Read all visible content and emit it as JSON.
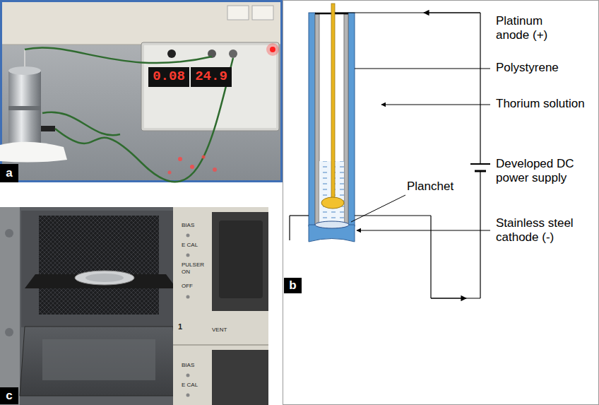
{
  "diagram": {
    "nodes": [
      {
        "text": [
          "0.08"
        ]
      },
      {
        "text": [
          "24.9"
        ]
      },
      {
        "text": [
          "a"
        ]
      },
      {
        "text": [
          "b"
        ]
      },
      {
        "text": [
          "c"
        ]
      }
    ],
    "labels": [
      "Platinum anode (+)",
      "Polystyrene",
      "Thorium solution",
      "Developed DC power supply",
      "Planchet",
      "Stainless steel cathode (-)",
      "BIAS",
      "E CAL",
      "PULSER",
      "ON",
      "OFF",
      "1",
      "VENT",
      "BIAS",
      "E CAL"
    ]
  }
}
